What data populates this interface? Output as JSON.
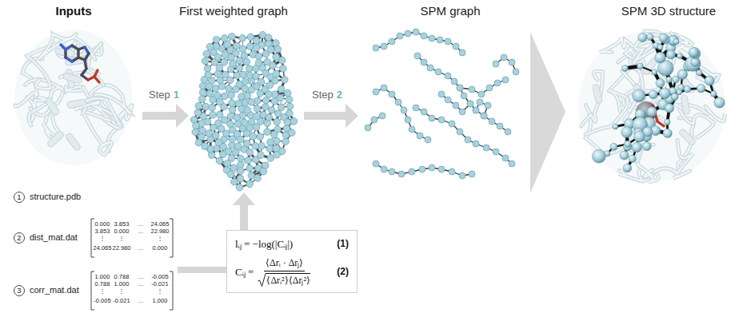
{
  "diagram": {
    "nodes": [
      {
        "text": [
          "1"
        ]
      },
      {
        "text": [
          "2"
        ]
      },
      {
        "text": [
          "3"
        ]
      },
      {
        "text": [
          "lᵢⱼ = −log(|Cᵢⱼ|)",
          "(1)",
          "Cᵢⱼ =",
          "⟨Δrᵢ · Δrⱼ⟩",
          "⟨Δrᵢ²⟩⟨Δrⱼ²⟩",
          "(2)"
        ]
      }
    ],
    "labels": [
      "Inputs",
      "First weighted graph",
      "SPM graph",
      "SPM 3D structure",
      "Step",
      "1",
      "Step",
      "2",
      "structure.pdb",
      "dist_mat.dat",
      "0.000",
      "3.853",
      "…",
      "24.065",
      "3.853",
      "0.000",
      "…",
      "22.980",
      "⋮",
      "⋮",
      "⋮",
      "24.065",
      "22.980",
      "…",
      "0.000",
      "corr_mat.dat",
      "1.000",
      "0.788",
      "…",
      "-0.005",
      "0.788",
      "1.000",
      "…",
      "-0.021",
      "⋮",
      "⋮",
      "⋮",
      "-0.005",
      "-0.021",
      "…",
      "1.000"
    ]
  }
}
